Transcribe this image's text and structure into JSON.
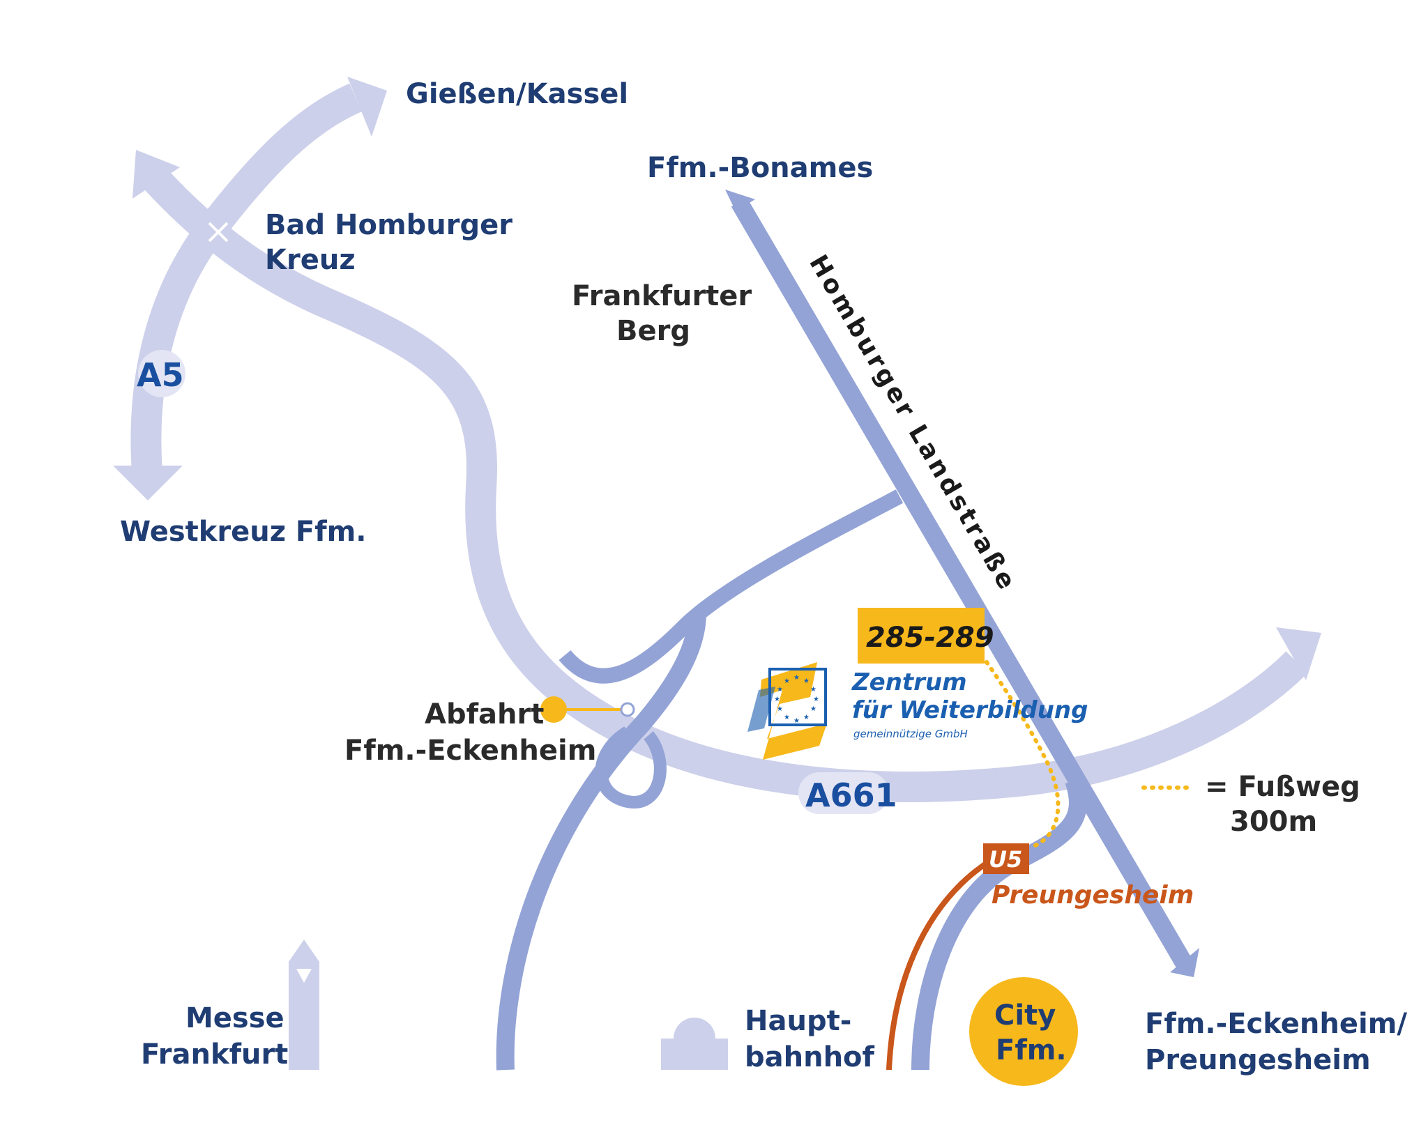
{
  "colors": {
    "highway": "#cdd0ea",
    "road": "#93a3d6",
    "label": "#1f3d73",
    "accent_yellow": "#f7b81b",
    "subway": "#c9561a",
    "highway_label": "#1a4fa0"
  },
  "highways": {
    "a5": "A5",
    "a661": "A661"
  },
  "destinations": {
    "giessen_kassel": "Gießen/Kassel",
    "bonames": "Ffm.-Bonames",
    "westkreuz": "Westkreuz Ffm.",
    "eckenheim_line1": "Ffm.-Eckenheim/",
    "eckenheim_line2": "Preungesheim"
  },
  "places": {
    "bad_homburger_kreuz_line1": "Bad Homburger",
    "bad_homburger_kreuz_line2": "Kreuz",
    "frankfurter_berg_line1": "Frankfurter",
    "frankfurter_berg_line2": "Berg",
    "abfahrt_line1": "Abfahrt",
    "abfahrt_line2": "Ffm.-Eckenheim",
    "messe_line1": "Messe",
    "messe_line2": "Frankfurt",
    "hbf_line1": "Haupt-",
    "hbf_line2": "bahnhof",
    "city_line1": "City",
    "city_line2": "Ffm."
  },
  "road_name": "Homburger Landstraße",
  "house_numbers": "285-289",
  "organization": {
    "line1": "Zentrum",
    "line2": "für Weiterbildung",
    "subline": "gemeinnützige GmbH"
  },
  "transit": {
    "line": "U5",
    "stop": "Preungesheim"
  },
  "legend": {
    "symbol_label": "= Fußweg",
    "distance": "300m"
  }
}
